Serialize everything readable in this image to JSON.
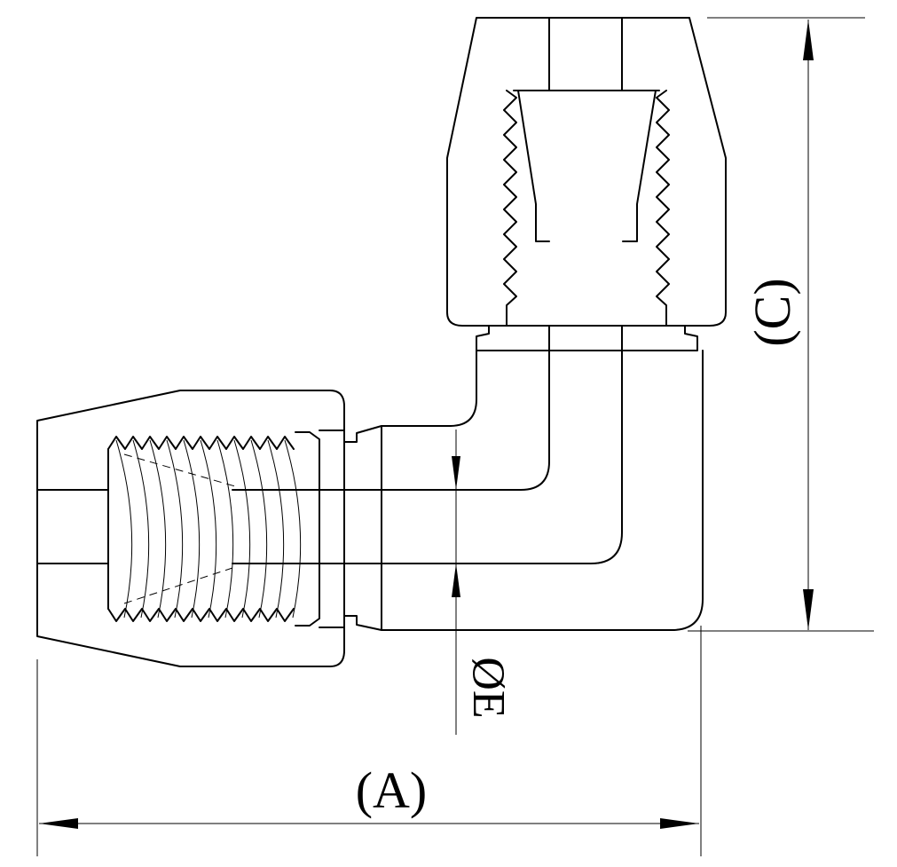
{
  "dimensions": {
    "a_label": "(A)",
    "c_label": "(C)",
    "e_label": "ØE"
  },
  "colors": {
    "stroke": "#000000",
    "background": "#ffffff"
  }
}
